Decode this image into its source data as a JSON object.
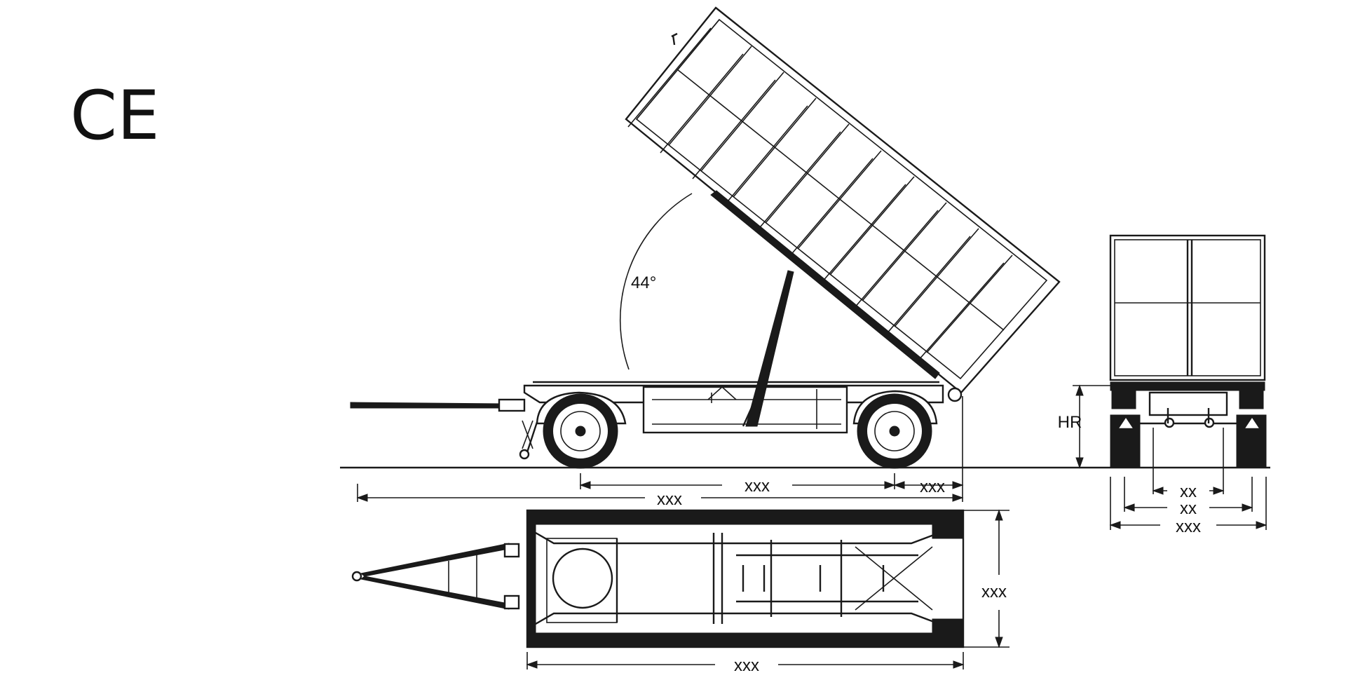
{
  "mark": {
    "text": "CE"
  },
  "labels": {
    "tilt_angle": "44°",
    "wheelbase": "xxx",
    "rear_overhang": "xxx",
    "overall_length": "xxx",
    "frame_length": "xxx",
    "frame_width": "xxx",
    "platform_height": "HR",
    "track_inner": "xx",
    "track_outer": "xx",
    "overall_width": "xxx"
  }
}
